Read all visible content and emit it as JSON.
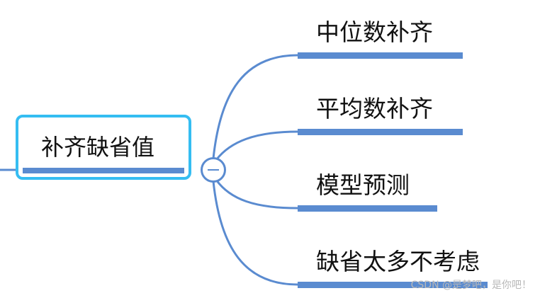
{
  "root": {
    "label": "补齐缺省值"
  },
  "branches": [
    {
      "label": "中位数补齐"
    },
    {
      "label": "平均数补齐"
    },
    {
      "label": "模型预测"
    },
    {
      "label": "缺省太多不考虑"
    }
  ],
  "colors": {
    "root_border": "#35bdf2",
    "connector": "#5a8bd0",
    "text": "#111111",
    "watermark": "#b8b8b8"
  },
  "icons": {
    "toggle": "minus-circle-icon"
  },
  "watermark": "CSDN @是梦吧，是你吧！"
}
